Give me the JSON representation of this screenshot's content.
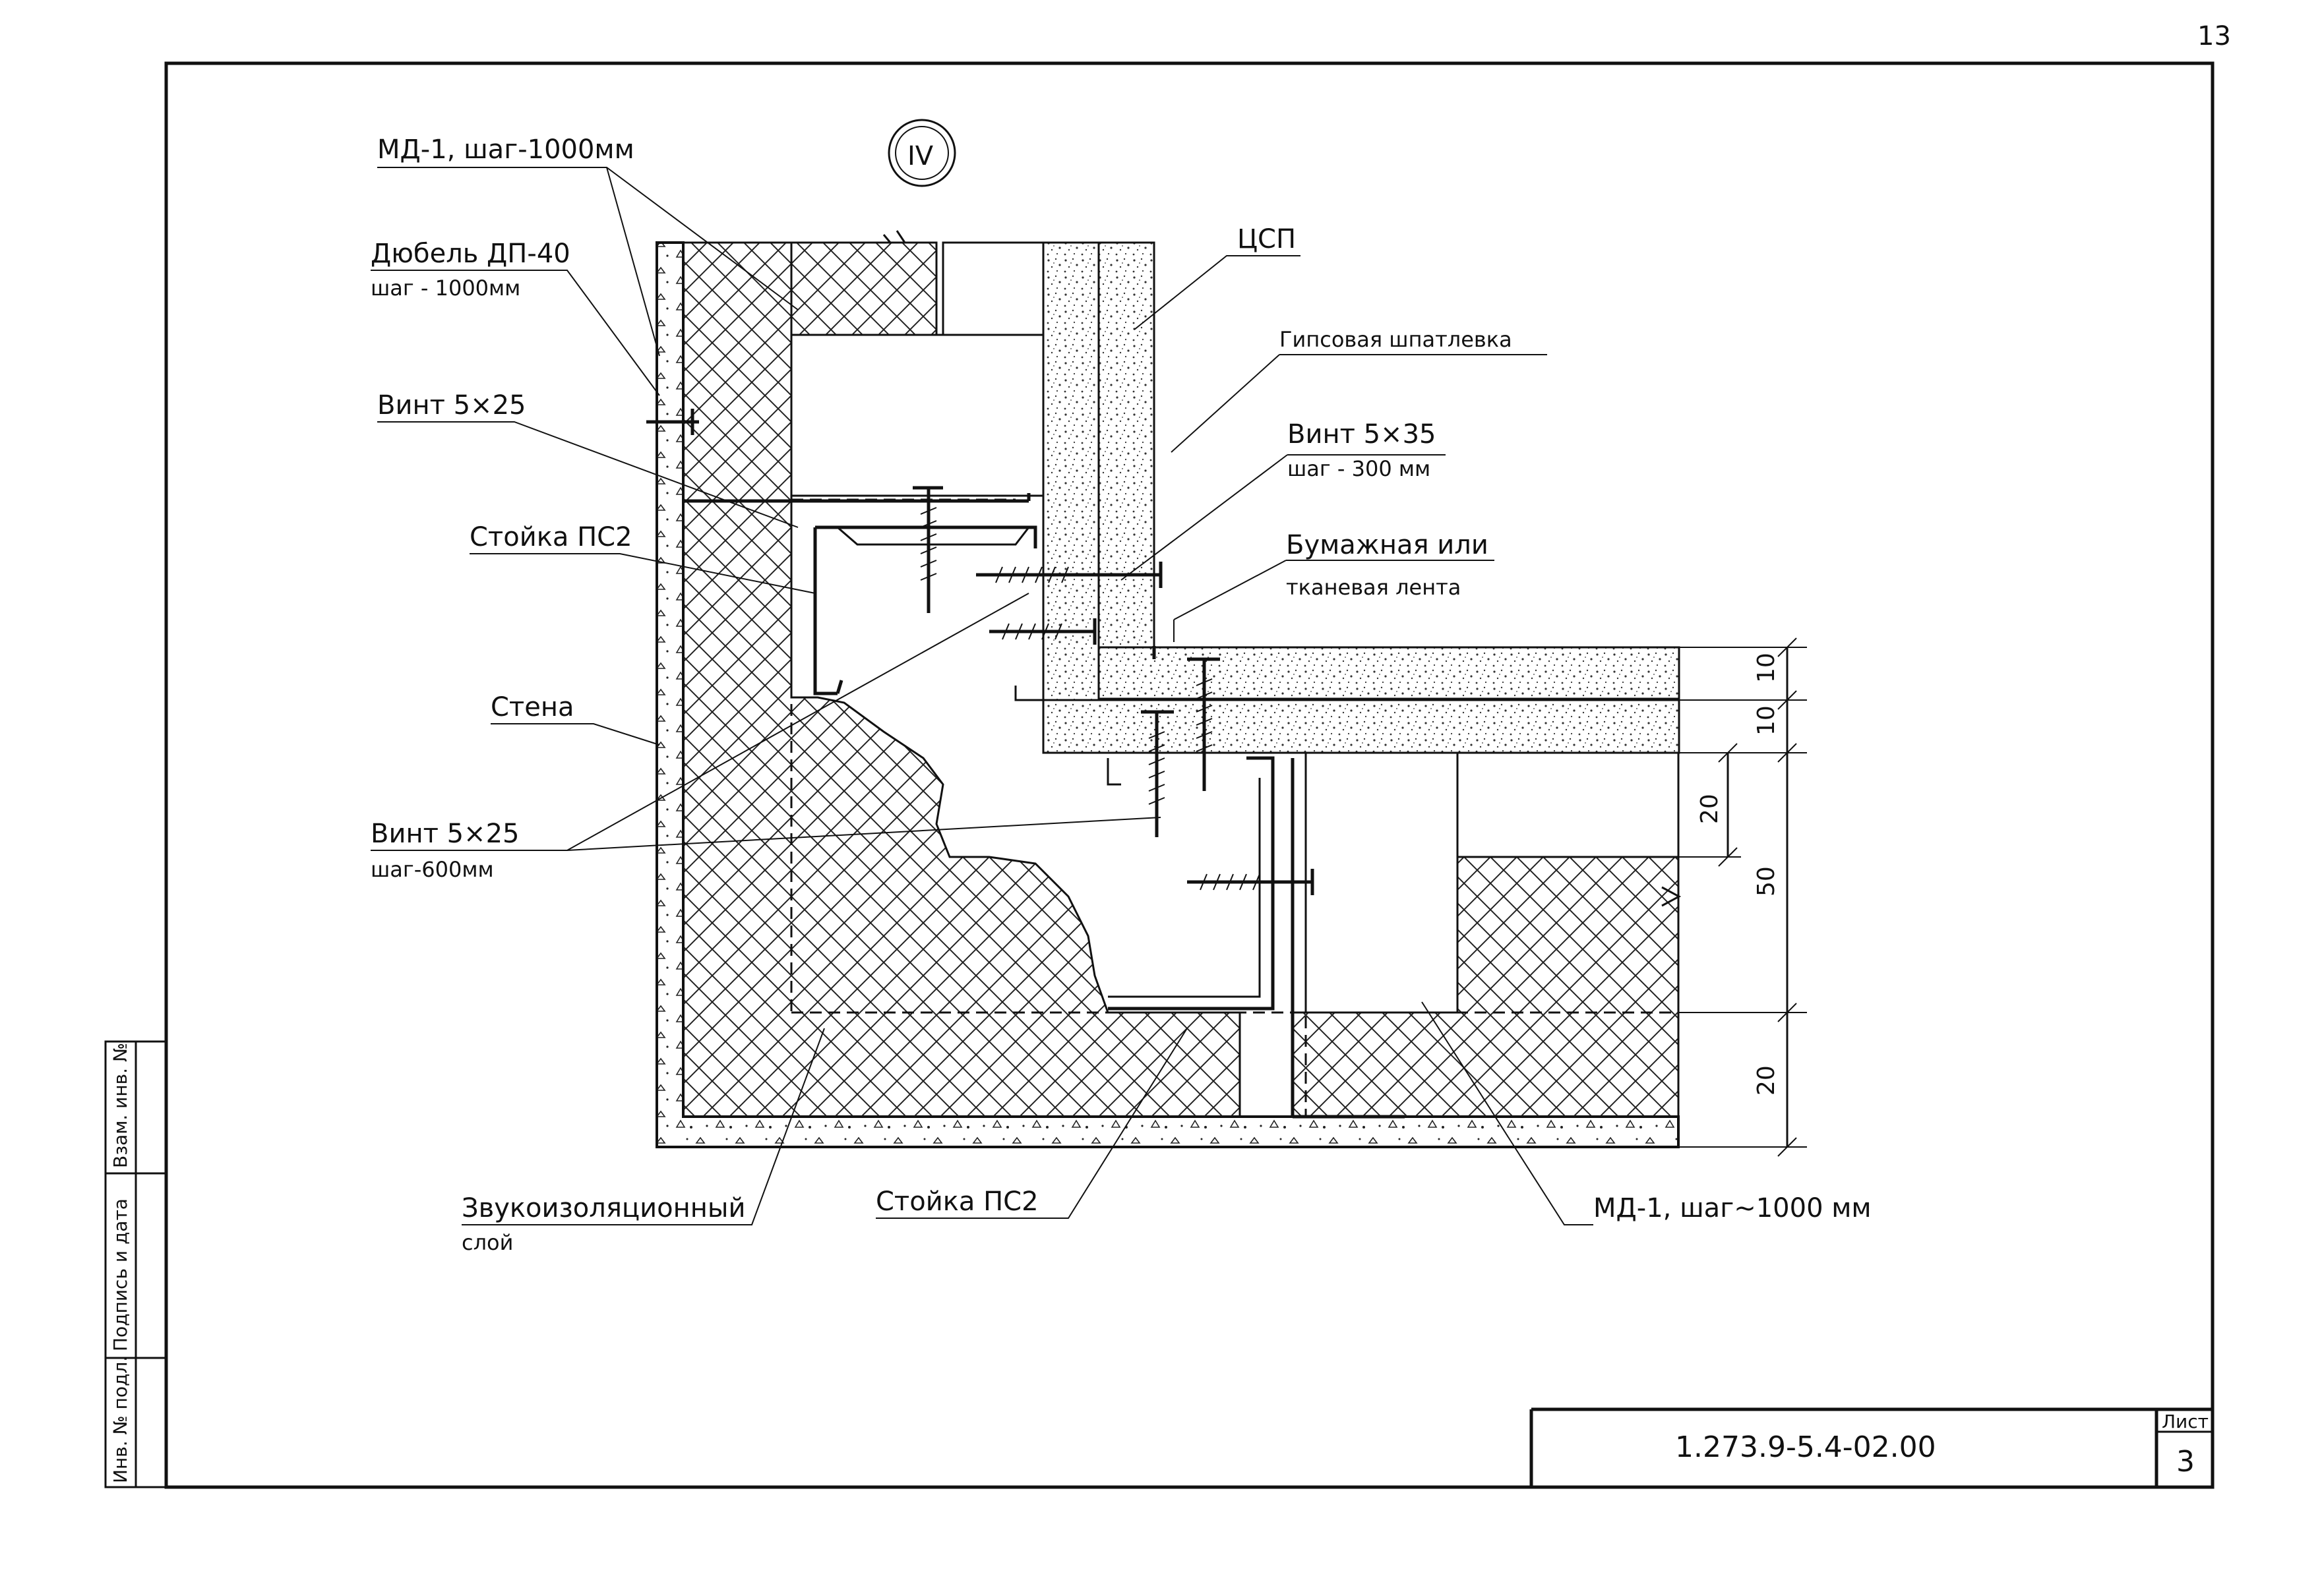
{
  "sheet": {
    "page_number": "13",
    "detail_mark": "IV",
    "doc_code": "1.273.9-5.4-02.00",
    "sheet_header": "Лист",
    "sheet_no": "3"
  },
  "side_stamp": {
    "inv_podl": "Инв. № подл.",
    "podpis_data": "Подпись и дата",
    "vzam_inv": "Взам. инв. №"
  },
  "labels": {
    "md1_top": "МД-1, шаг-1000мм",
    "dyubel": "Дюбель ДП-40",
    "dyubel_step": "шаг - 1000мм",
    "vint_525_top": "Винт 5×25",
    "stoika_left": "Стойка ПС2",
    "stena": "Стена",
    "vint_525_bottom": "Винт 5×25",
    "vint_525_bottom_step": "шаг-600мм",
    "zvuk_1": "Звукоизоляционный",
    "zvuk_2": "слой",
    "stoika_bottom": "Стойка ПС2",
    "tssp": "ЦСП",
    "gips": "Гипсовая шпатлевка",
    "vint_535": "Винт 5×35",
    "vint_535_step": "шаг - 300 мм",
    "lenta_1": "Бумажная или",
    "lenta_2": "тканевая лента",
    "md1_bottom": "МД-1, шаг~1000 мм"
  },
  "dimensions": {
    "d10a": "10",
    "d10b": "10",
    "d20a": "20",
    "d50": "50",
    "d20b": "20"
  }
}
